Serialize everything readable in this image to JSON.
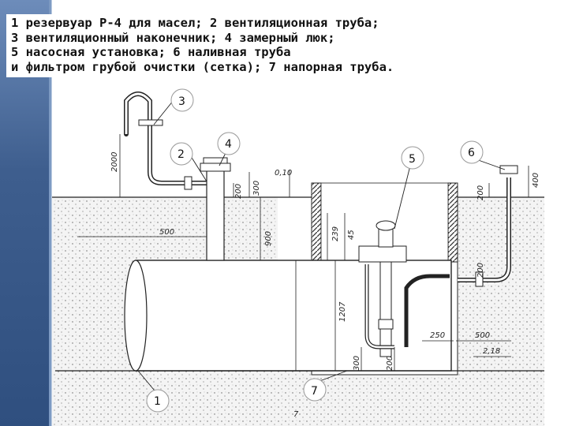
{
  "caption": {
    "line1": "1 резервуар Р-4 для масел; 2 вентиляционная труба;",
    "line2": "3 вентиляционный наконечник; 4 замерный люк;",
    "line3": "5 насосная установка; 6 наливная труба",
    "line4": " и фильтром грубой очистки (сетка); 7 напорная труба."
  },
  "markers": [
    "1",
    "2",
    "3",
    "4",
    "5",
    "6",
    "7"
  ],
  "dimensions": {
    "d2000": "2000",
    "d500a": "500",
    "d200a": "200",
    "d300a": "300",
    "d010": "0,10",
    "d900": "900",
    "d239": "239",
    "d45": "45",
    "d200b": "200",
    "d400": "400",
    "d200c": "200",
    "d1207": "1207",
    "d250": "250",
    "d500b": "500",
    "d218": "2,18",
    "d300b": "300",
    "d200d": "200",
    "d7": "7"
  },
  "colors": {
    "background_band": "#3f5f8f",
    "ground_hatch": "#555555",
    "line": "#222222"
  }
}
